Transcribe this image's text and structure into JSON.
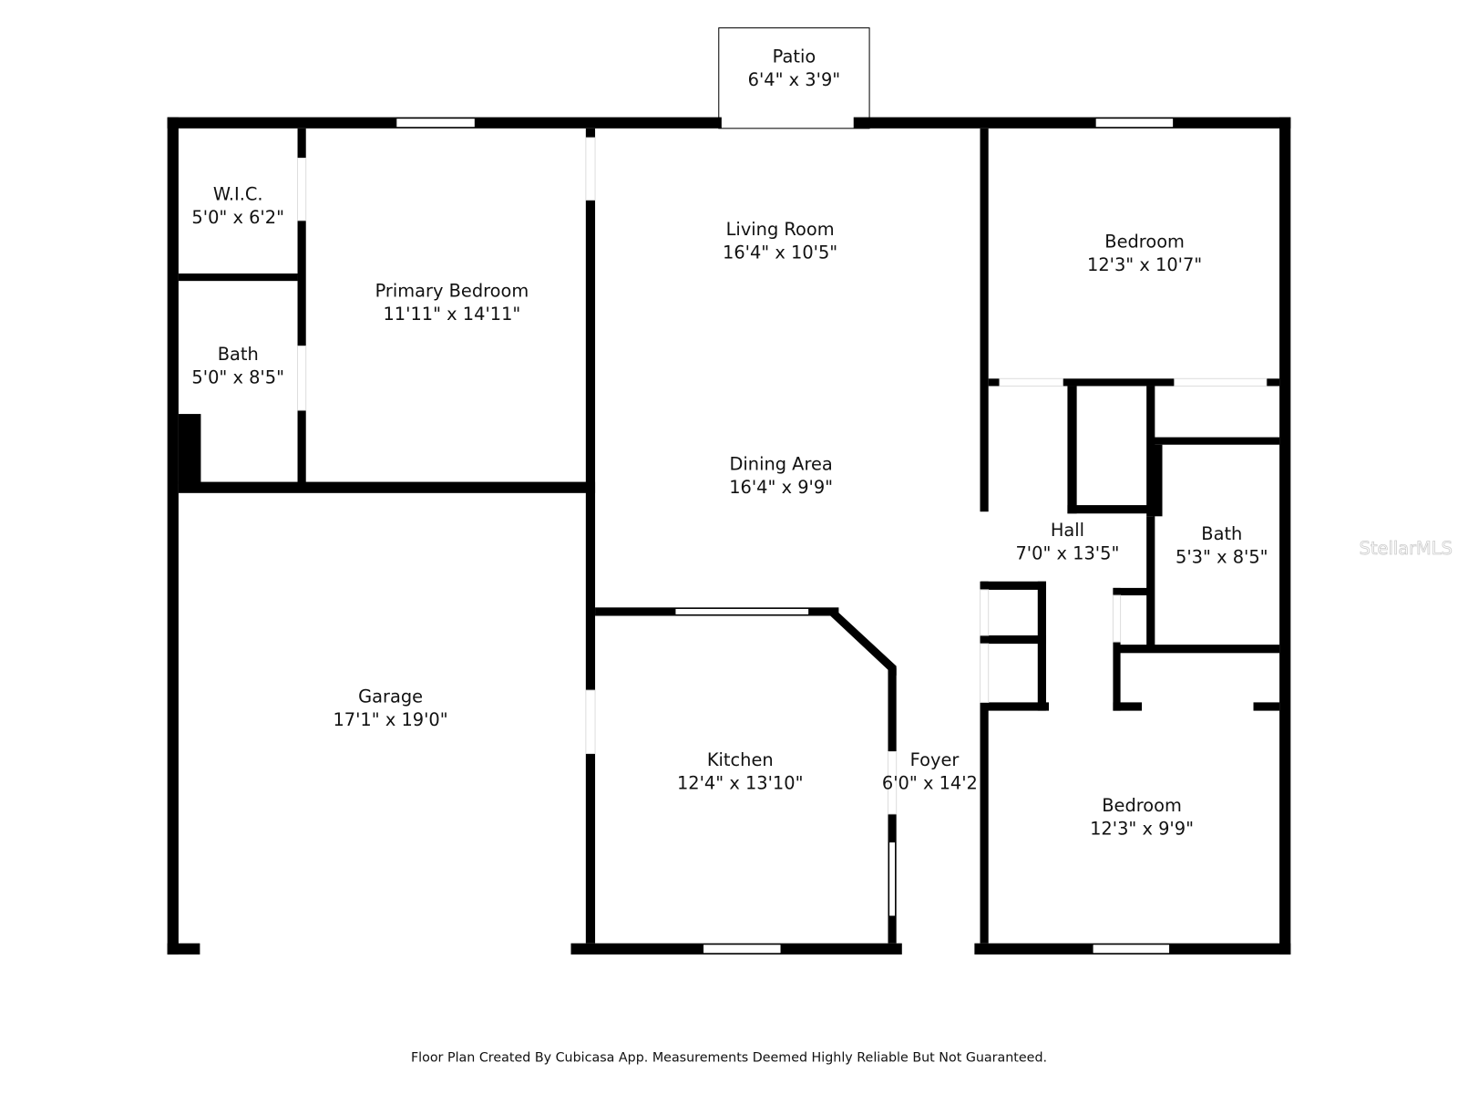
{
  "rooms": [
    {
      "name": "Patio",
      "size": "6'4\" x 3'9\""
    },
    {
      "name": "W.I.C.",
      "size": "5'0\" x 6'2\""
    },
    {
      "name": "Primary Bedroom",
      "size": "11'11\" x 14'11\""
    },
    {
      "name": "Bath",
      "size": "5'0\" x 8'5\""
    },
    {
      "name": "Living Room",
      "size": "16'4\" x 10'5\""
    },
    {
      "name": "Dining Area",
      "size": "16'4\" x 9'9\""
    },
    {
      "name": "Bedroom",
      "size": "12'3\" x 10'7\""
    },
    {
      "name": "Hall",
      "size": "7'0\" x 13'5\""
    },
    {
      "name": "Bath",
      "size": "5'3\" x 8'5\""
    },
    {
      "name": "Garage",
      "size": "17'1\" x 19'0\""
    },
    {
      "name": "Kitchen",
      "size": "12'4\" x 13'10\""
    },
    {
      "name": "Foyer",
      "size": "6'0\" x 14'2"
    },
    {
      "name": "Bedroom",
      "size": "12'3\" x 9'9\""
    }
  ],
  "footer": "Floor Plan Created By Cubicasa App. Measurements Deemed Highly Reliable But Not Guaranteed.",
  "watermark": "StellarMLS"
}
